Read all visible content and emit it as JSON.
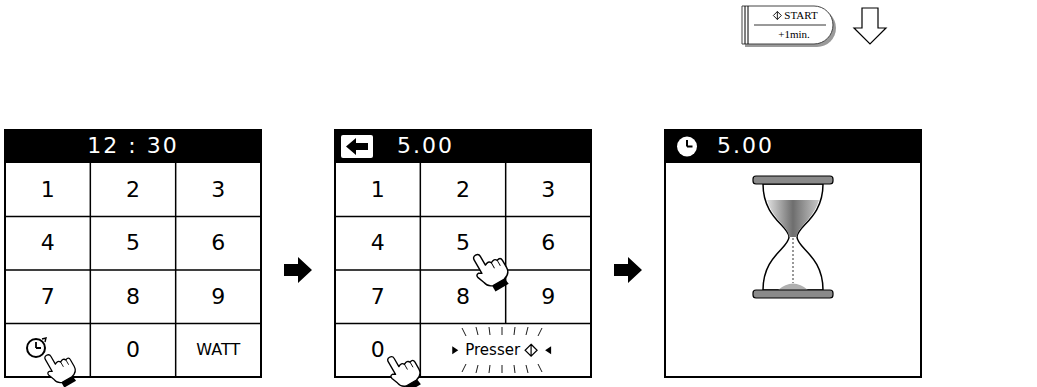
{
  "diagram": {
    "nodes": [
      {
        "text": [
          "12 : 30"
        ]
      },
      {
        "text": [
          "1"
        ]
      },
      {
        "text": [
          "2"
        ]
      },
      {
        "text": [
          "3"
        ]
      },
      {
        "text": [
          "4"
        ]
      },
      {
        "text": [
          "5"
        ]
      },
      {
        "text": [
          "6"
        ]
      },
      {
        "text": [
          "7"
        ]
      },
      {
        "text": [
          "8"
        ]
      },
      {
        "text": [
          "9"
        ]
      },
      {
        "text": [
          "0"
        ]
      },
      {
        "text": [
          "WATT"
        ]
      },
      {
        "text": [
          "5.00"
        ]
      },
      {
        "text": [
          "1"
        ]
      },
      {
        "text": [
          "2"
        ]
      },
      {
        "text": [
          "3"
        ]
      },
      {
        "text": [
          "4"
        ]
      },
      {
        "text": [
          "5"
        ]
      },
      {
        "text": [
          "6"
        ]
      },
      {
        "text": [
          "7"
        ]
      },
      {
        "text": [
          "8"
        ]
      },
      {
        "text": [
          "9"
        ]
      },
      {
        "text": [
          "0"
        ]
      },
      {
        "text": [
          "Presser"
        ]
      },
      {
        "text": [
          "START",
          "+1min."
        ]
      },
      {
        "text": [
          "5.00"
        ]
      }
    ]
  }
}
